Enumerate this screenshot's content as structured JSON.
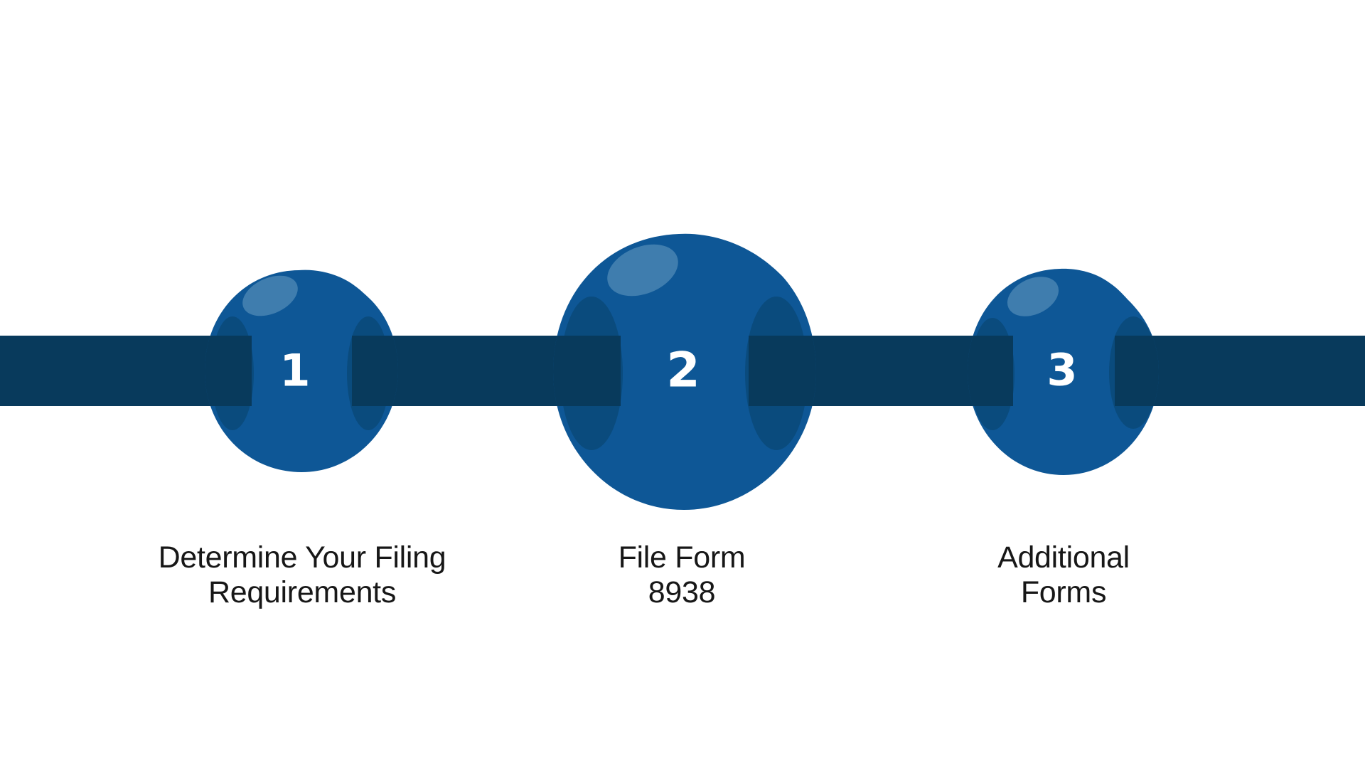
{
  "colors": {
    "background": "#FFFFFF",
    "bar": "#083A5C",
    "sphere": "#0E5796",
    "socket": "#0A4B7D",
    "highlight": "#3F7DAE",
    "number": "#FFFFFF",
    "label_text": "#171717"
  },
  "steps": [
    {
      "number": "1",
      "label_line1": "Determine Your Filing",
      "label_line2": "Requirements"
    },
    {
      "number": "2",
      "label_line1": "File Form",
      "label_line2": "8938"
    },
    {
      "number": "3",
      "label_line1": "Additional",
      "label_line2": "Forms"
    }
  ]
}
